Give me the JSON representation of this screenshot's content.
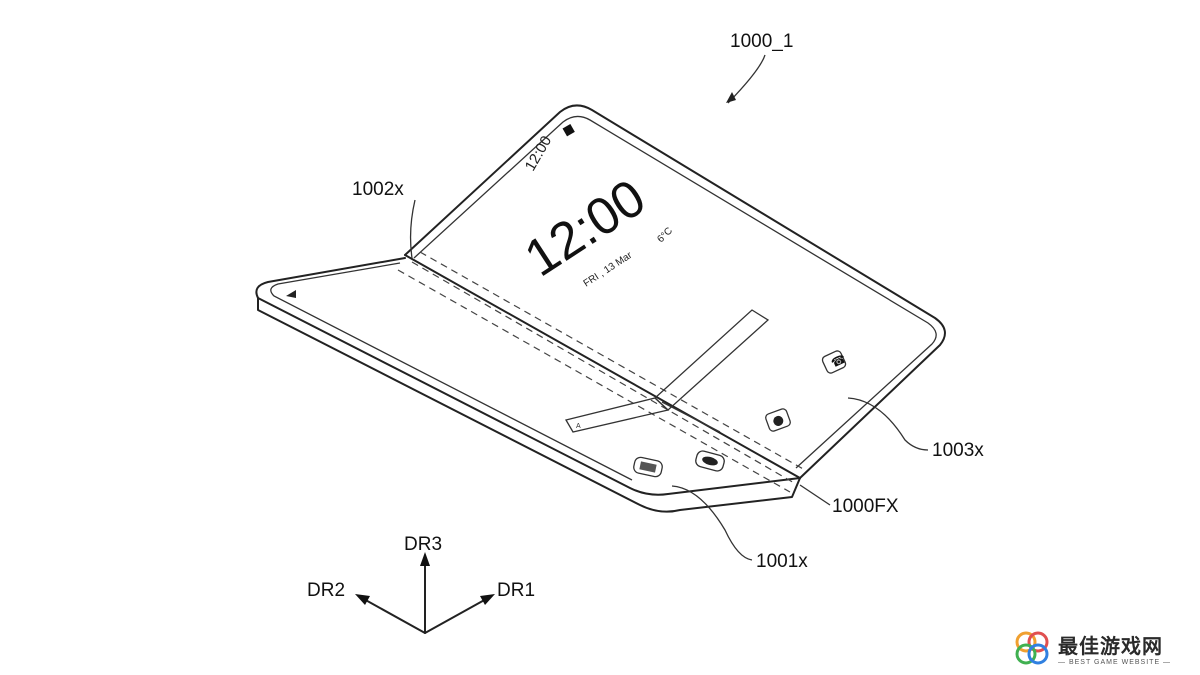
{
  "figure": {
    "device_label": "1000_1",
    "labels": {
      "hinge_top": "1002x",
      "right_panel": "1003x",
      "fold_axis": "1000FX",
      "bottom_panel": "1001x"
    },
    "screen": {
      "status_time": "12:00",
      "clock": "12:00",
      "date": "FRI , 13 Mar",
      "temperature": "6°C"
    },
    "axes": {
      "up": "DR3",
      "left": "DR2",
      "right": "DR1"
    }
  },
  "watermark": {
    "title": "最佳游戏网",
    "subtitle": "— BEST GAME WEBSITE —"
  }
}
